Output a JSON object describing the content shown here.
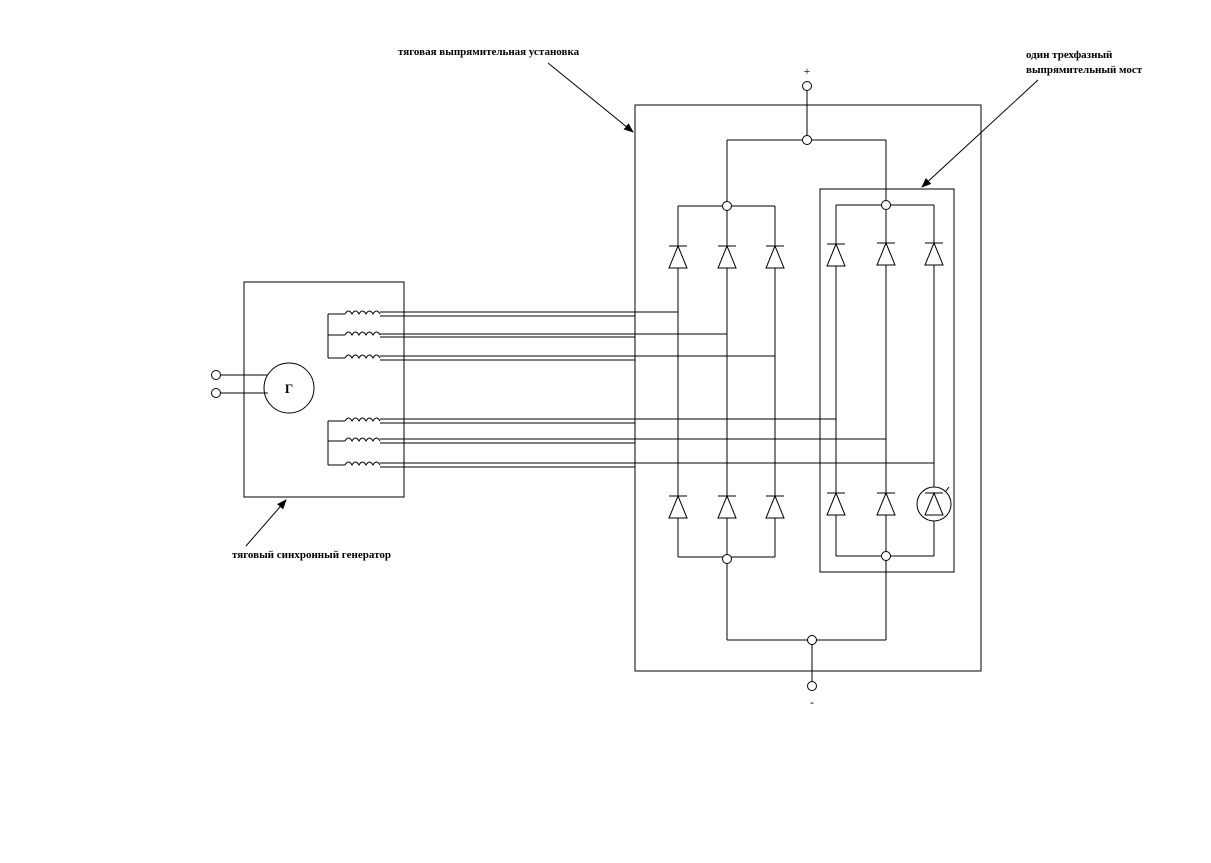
{
  "labels": {
    "rectifier_unit": "тяговая выпрямительная установка",
    "bridge_line1": "один трехфазный",
    "bridge_line2": "выпрямительный мост",
    "generator_label": "тяговый синхронный генератор",
    "generator_symbol": "Г",
    "plus": "+",
    "minus": "-"
  },
  "colors": {
    "line": "#000000",
    "background": "#ffffff"
  }
}
